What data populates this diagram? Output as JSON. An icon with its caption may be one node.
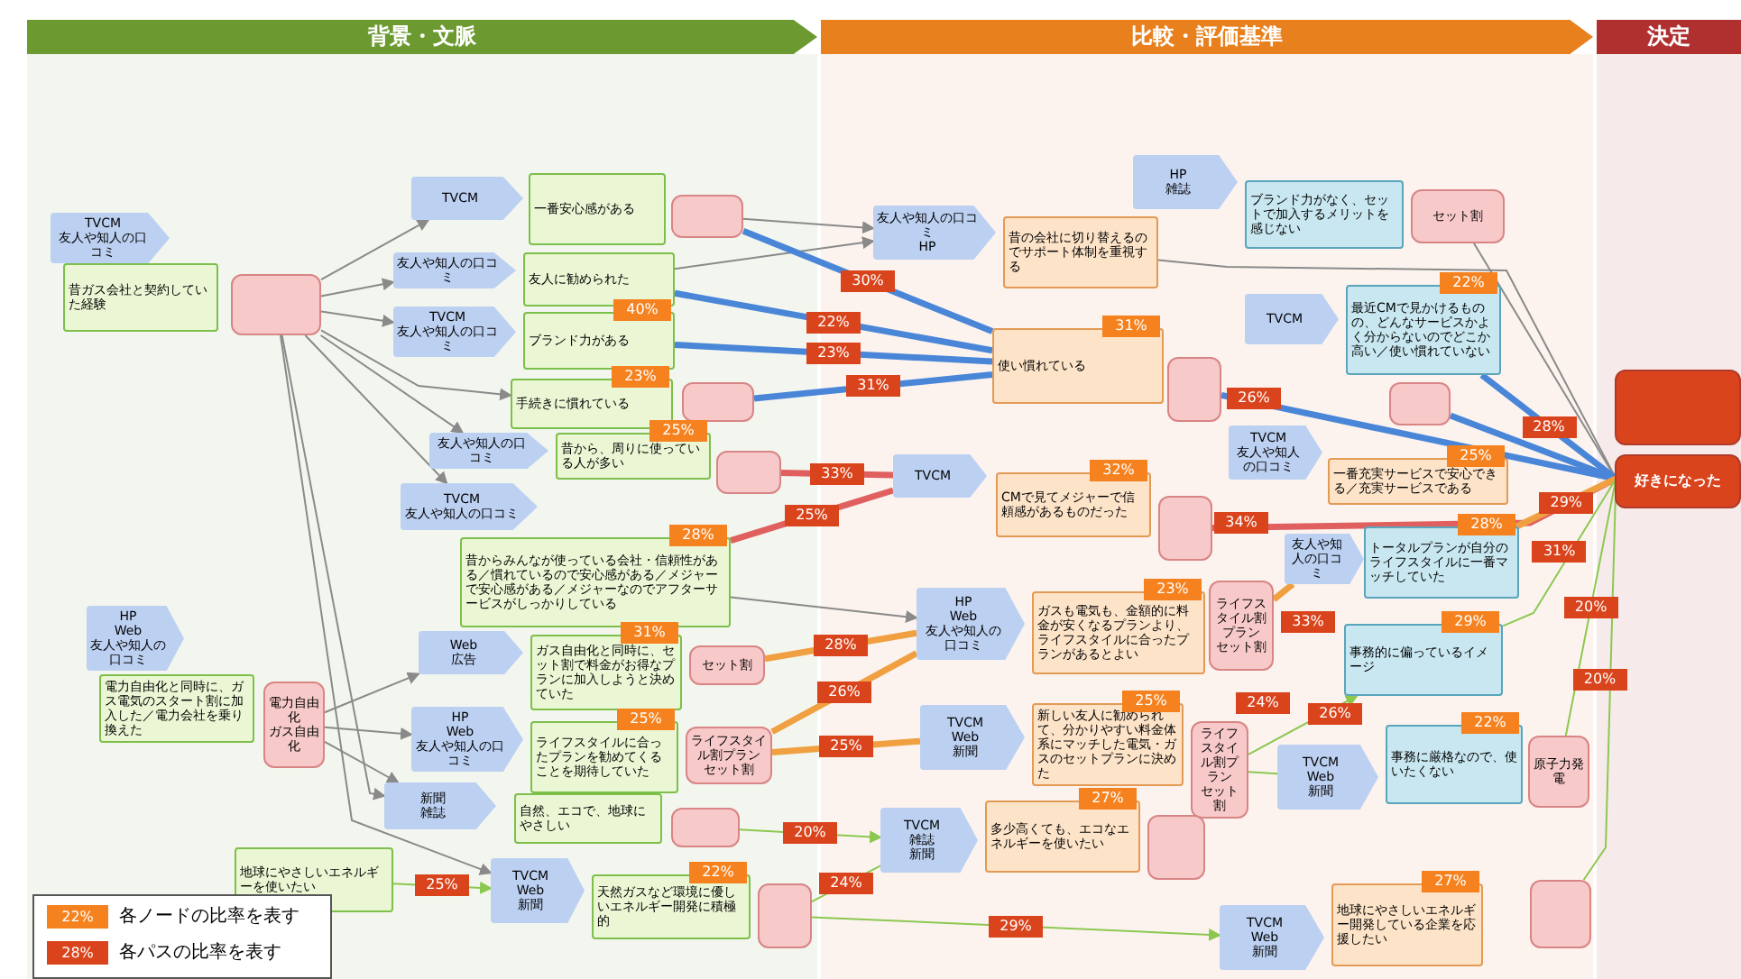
{
  "diagram": {
    "nodes": [
      {
        "text": [
          "TVCM",
          "友人や知人の口コミ"
        ]
      },
      {
        "text": [
          "昔ガス会社と契約していた経験"
        ]
      },
      {
        "text": [],
        "shape": "callout"
      },
      {
        "text": [
          "TVCM"
        ]
      },
      {
        "text": [
          "一番安心感がある"
        ]
      },
      {
        "text": [],
        "shape": "callout"
      },
      {
        "text": [
          "友人や知人の口コミ"
        ]
      },
      {
        "text": [
          "友人に勧められた"
        ]
      },
      {
        "text": [
          "TVCM",
          "友人や知人の口コミ"
        ]
      },
      {
        "text": [
          "ブランド力がある"
        ],
        "beside": [
          "40%"
        ]
      },
      {
        "text": [
          "手続きに慣れている"
        ],
        "beside": [
          "23%"
        ]
      },
      {
        "text": [],
        "shape": "callout"
      },
      {
        "text": [
          "友人や知人の口コミ"
        ]
      },
      {
        "text": [
          "昔から、周りに使っている人が多い"
        ],
        "beside": [
          "25%"
        ]
      },
      {
        "text": [],
        "shape": "callout"
      },
      {
        "text": [
          "TVCM",
          "友人や知人の口コミ"
        ]
      },
      {
        "text": [
          "昔からみんなが使っている会社・信頼性がある／慣れているので安心感がある／メジャーで安心感がある／メジャーなのでアフターサービスがしっかりしている"
        ],
        "beside": [
          "28%"
        ]
      },
      {
        "text": [
          "HP",
          "Web",
          "友人や知人の口コミ"
        ]
      },
      {
        "text": [
          "電力自由化と同時に、ガス電気のスタート割に加入した／電力会社を乗り換えた"
        ]
      },
      {
        "text": [
          "電力自由化",
          "ガス自由化"
        ]
      },
      {
        "text": [
          "Web",
          "広告"
        ]
      },
      {
        "text": [
          "ガス自由化と同時に、セット割で料金がお得なプランに加入しようと決めていた"
        ],
        "beside": [
          "31%"
        ]
      },
      {
        "text": [
          "セット割"
        ]
      },
      {
        "text": [
          "HP",
          "Web",
          "友人や知人の口コミ"
        ]
      },
      {
        "text": [
          "ライフスタイルに合ったプランを勧めてくることを期待していた"
        ],
        "beside": [
          "25%"
        ]
      },
      {
        "text": [
          "ライフスタイル割プラン",
          "セット割"
        ]
      },
      {
        "text": [
          "新聞",
          "雑誌"
        ]
      },
      {
        "text": [
          "自然、エコで、地球にやさしい"
        ]
      },
      {
        "text": [],
        "shape": "callout"
      },
      {
        "text": [
          "地球にやさしいエネルギーを使いたい"
        ]
      },
      {
        "text": [
          "TVCM",
          "Web",
          "新聞"
        ]
      },
      {
        "text": [
          "天然ガスなど環境に優しいエネルギー開発に積極的"
        ],
        "beside": [
          "22%"
        ]
      },
      {
        "text": [],
        "shape": "callout"
      },
      {
        "text": [
          "友人や知人の口コミ",
          "HP"
        ]
      },
      {
        "text": [
          "昔の会社に切り替えるのでサポート体制を重視する"
        ]
      },
      {
        "text": [
          "使い慣れている"
        ],
        "beside": [
          "31%"
        ]
      },
      {
        "text": [],
        "shape": "callout"
      },
      {
        "text": [
          "TVCM"
        ]
      },
      {
        "text": [
          "CMで見てメジャーで信頼感があるものだった"
        ],
        "beside": [
          "32%"
        ]
      },
      {
        "text": [],
        "shape": "callout"
      },
      {
        "text": [
          "HP",
          "Web",
          "友人や知人の口コミ"
        ]
      },
      {
        "text": [
          "ガスも電気も、金額的に料金が安くなるプランより、ライフスタイルに合ったプランがあるとよい"
        ],
        "beside": [
          "23%"
        ]
      },
      {
        "text": [
          "ライフスタイル割プラン",
          "セット割"
        ]
      },
      {
        "text": [
          "TVCM",
          "Web",
          "新聞"
        ]
      },
      {
        "text": [
          "新しい友人に勧められて、分かりやすい料金体系にマッチした電気・ガスのセットプランに決めた"
        ],
        "beside": [
          "25%"
        ]
      },
      {
        "text": [
          "ライフスタイル割プラン",
          "セット割"
        ]
      },
      {
        "text": [
          "TVCM",
          "雑誌",
          "新聞"
        ]
      },
      {
        "text": [
          "多少高くても、エコなエネルギーを使いたい"
        ],
        "beside": [
          "27%"
        ]
      },
      {
        "text": [],
        "shape": "callout"
      },
      {
        "text": [
          "HP",
          "雑誌"
        ]
      },
      {
        "text": [
          "ブランド力がなく、セットで加入するメリットを感じない"
        ]
      },
      {
        "text": [
          "セット割"
        ]
      },
      {
        "text": [
          "TVCM"
        ]
      },
      {
        "text": [
          "最近CMで見かけるものの、どんなサービスかよく分からないのでどこか高い／使い慣れていない"
        ],
        "beside": [
          "22%"
        ]
      },
      {
        "text": [
          "TVCM",
          "友人や知人の口コミ"
        ]
      },
      {
        "text": [
          "一番充実サービスで安心できる／充実サービスである"
        ],
        "beside": [
          "25%"
        ]
      },
      {
        "text": [],
        "shape": "callout"
      },
      {
        "text": [
          "友人や知人の口コミ"
        ]
      },
      {
        "text": [
          "トータルプランが自分のライフスタイルに一番マッチしていた"
        ],
        "beside": [
          "28%"
        ]
      },
      {
        "text": [
          "事務的に偏っているイメージ"
        ],
        "beside": [
          "29%"
        ]
      },
      {
        "text": [
          "TVCM",
          "Web",
          "新聞"
        ]
      },
      {
        "text": [
          "事務に厳格なので、使いたくない"
        ],
        "beside": [
          "22%"
        ]
      },
      {
        "text": [
          "原子力発電"
        ]
      },
      {
        "text": [
          "TVCM",
          "Web",
          "新聞"
        ]
      },
      {
        "text": [
          "地球にやさしいエネルギー開発している企業を応援したい"
        ],
        "beside": [
          "27%"
        ]
      },
      {
        "text": [],
        "shape": "callout"
      },
      {
        "text": [],
        "shape": "box"
      },
      {
        "text": [
          "好きになった"
        ]
      }
    ],
    "edges": [
      {
        "from": 2,
        "to": 3,
        "arrow": "to"
      },
      {
        "from": 2,
        "to": 6,
        "arrow": "to"
      },
      {
        "from": 2,
        "to": 8,
        "arrow": "to"
      },
      {
        "from": 2,
        "to": 10,
        "arrow": "to"
      },
      {
        "from": 2,
        "to": 12,
        "arrow": "to"
      },
      {
        "from": 2,
        "to": 15,
        "arrow": "to"
      },
      {
        "from": 2,
        "to": 26,
        "arrow": "to"
      },
      {
        "from": 2,
        "to": 30,
        "arrow": "to"
      },
      {
        "from": 19,
        "to": 20,
        "arrow": "to"
      },
      {
        "from": 19,
        "to": 23,
        "arrow": "to"
      },
      {
        "from": 19,
        "to": 26,
        "arrow": "to"
      },
      {
        "from": 5,
        "to": 33,
        "arrow": "to"
      },
      {
        "from": 7,
        "to": 33,
        "arrow": "to"
      },
      {
        "from": 16,
        "to": 40,
        "arrow": "to"
      },
      {
        "from": 34,
        "to": 67,
        "arrow": "none"
      },
      {
        "from": 51,
        "to": 67,
        "arrow": "none"
      },
      {
        "from": 5,
        "to": 35,
        "arrow": "none",
        "label": "30%",
        "style": "thick",
        "color": "#4a86d8"
      },
      {
        "from": 7,
        "to": 35,
        "arrow": "none",
        "label": "22%",
        "style": "thick",
        "color": "#4a86d8"
      },
      {
        "from": 9,
        "to": 35,
        "arrow": "none",
        "label": "23%",
        "style": "thick",
        "color": "#4a86d8"
      },
      {
        "from": 11,
        "to": 35,
        "arrow": "none",
        "label": "31%",
        "style": "thick",
        "color": "#4a86d8"
      },
      {
        "from": 36,
        "to": 67,
        "arrow": "none",
        "label": "26%",
        "style": "thick",
        "color": "#4a86d8"
      },
      {
        "from": 53,
        "to": 67,
        "arrow": "none",
        "label": "28%",
        "style": "thick",
        "color": "#4a86d8"
      },
      {
        "from": 56,
        "to": 67,
        "arrow": "none",
        "style": "thick",
        "color": "#4a86d8"
      },
      {
        "from": 14,
        "to": 37,
        "arrow": "none",
        "label": "33%",
        "style": "thick",
        "color": "#e06060"
      },
      {
        "from": 16,
        "to": 37,
        "arrow": "none",
        "label": "25%",
        "style": "thick",
        "color": "#e06060"
      },
      {
        "from": 39,
        "to": 67,
        "arrow": "none",
        "label": "34%",
        "style": "thick",
        "color": "#e06060"
      },
      {
        "from": 22,
        "to": 40,
        "arrow": "none",
        "label": "28%",
        "style": "thick",
        "color": "#f0a040"
      },
      {
        "from": 25,
        "to": 40,
        "arrow": "none",
        "label": "26%",
        "style": "thick",
        "color": "#f0a040"
      },
      {
        "from": 25,
        "to": 43,
        "arrow": "none",
        "label": "25%",
        "style": "thick",
        "color": "#f0a040"
      },
      {
        "from": 42,
        "to": 57,
        "arrow": "none",
        "label": "33%",
        "style": "thick",
        "color": "#f0a040"
      },
      {
        "from": 58,
        "to": 67,
        "arrow": "none",
        "label": "29%",
        "style": "thick",
        "color": "#f0a040"
      },
      {
        "from": 29,
        "to": 30,
        "arrow": "to",
        "label": "25%",
        "color": "#8cc850"
      },
      {
        "from": 28,
        "to": 46,
        "arrow": "to",
        "label": "20%",
        "color": "#8cc850"
      },
      {
        "from": 32,
        "to": 46,
        "arrow": "none",
        "label": "24%",
        "color": "#8cc850"
      },
      {
        "from": 32,
        "to": 63,
        "arrow": "to",
        "label": "29%",
        "color": "#8cc850"
      },
      {
        "from": 45,
        "to": 59,
        "arrow": "to",
        "label": "26%",
        "color": "#8cc850"
      },
      {
        "from": 45,
        "to": 60,
        "arrow": "none",
        "label": "24%",
        "color": "#8cc850"
      },
      {
        "from": 59,
        "to": 67,
        "arrow": "none",
        "label": "31%",
        "color": "#8cc850"
      },
      {
        "from": 62,
        "to": 67,
        "arrow": "none",
        "label": "20%",
        "color": "#8cc850"
      },
      {
        "from": 65,
        "to": 67,
        "arrow": "none",
        "label": "20%",
        "color": "#8cc850"
      }
    ],
    "labels": [
      "背景・文脈",
      "比較・評価基準",
      "決定",
      "22%",
      "28%"
    ],
    "legend": [
      {
        "text": "各ノードの比率を表す",
        "color": "#f5821f"
      },
      {
        "text": "各パスの比率を表す",
        "color": "#d9441c"
      }
    ]
  }
}
